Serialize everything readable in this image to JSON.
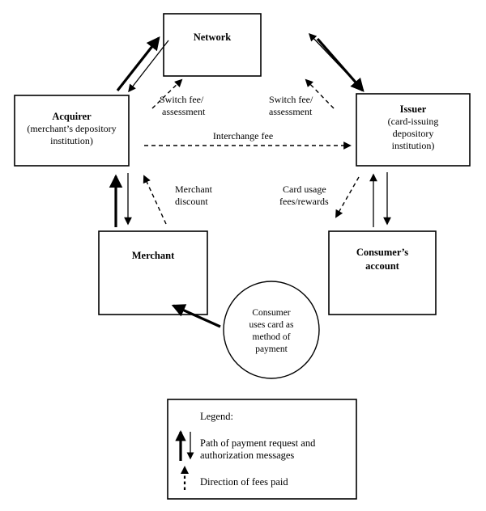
{
  "diagram": {
    "title": "Payment card network flow diagram",
    "nodes": {
      "network": {
        "label": "Network"
      },
      "acquirer": {
        "title": "Acquirer",
        "sub_line1": "(merchant’s depository",
        "sub_line2": "institution)"
      },
      "issuer": {
        "title": "Issuer",
        "sub_line1": "(card-issuing",
        "sub_line2": "depository",
        "sub_line3": "institution)"
      },
      "merchant": {
        "label": "Merchant"
      },
      "consumer_account": {
        "line1": "Consumer’s",
        "line2": "account"
      },
      "consumer_action": {
        "line1": "Consumer",
        "line2": "uses card as",
        "line3": "method of",
        "line4": "payment"
      }
    },
    "edge_labels": {
      "switch_fee_left_line1": "Switch fee/",
      "switch_fee_left_line2": "assessment",
      "switch_fee_right_line1": "Switch fee/",
      "switch_fee_right_line2": "assessment",
      "interchange_fee": "Interchange fee",
      "merchant_discount_line1": "Merchant",
      "merchant_discount_line2": "discount",
      "card_usage_line1": "Card usage",
      "card_usage_line2": "fees/rewards"
    }
  },
  "legend": {
    "heading": "Legend:",
    "items": [
      {
        "symbol": "double-arrow-thick-thin",
        "line1": "Path of payment request and",
        "line2": "authorization messages"
      },
      {
        "symbol": "dashed-arrow-up",
        "line1": "Direction of fees paid",
        "line2": ""
      }
    ]
  },
  "colors": {
    "stroke": "#000000",
    "background": "#ffffff"
  }
}
